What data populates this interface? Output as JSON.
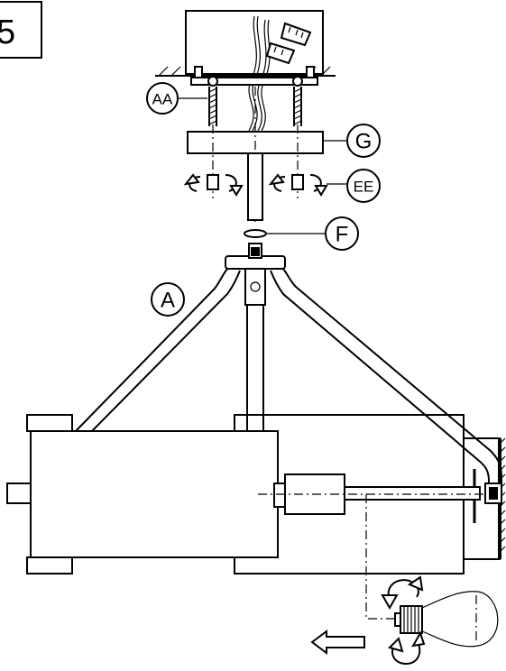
{
  "step_number": "5",
  "labels": {
    "aa": "AA",
    "g": "G",
    "ee": "EE",
    "f": "F",
    "a": "A"
  }
}
